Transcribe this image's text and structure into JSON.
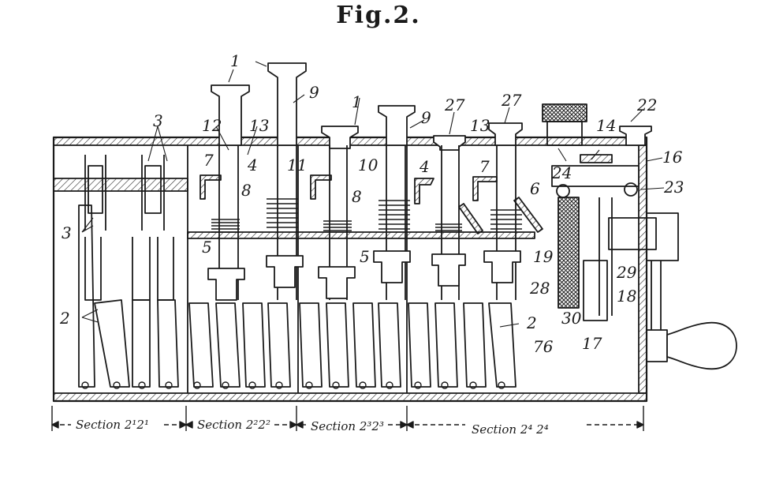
{
  "figure": {
    "title": "Fig.2."
  },
  "refs": {
    "r1": "1",
    "r2": "2",
    "r3": "3",
    "r4": "4",
    "r5": "5",
    "r6": "6",
    "r7": "7",
    "r8": "8",
    "r9": "9",
    "r10": "10",
    "r11": "11",
    "r12": "12",
    "r13": "13",
    "r14": "14",
    "r16": "16",
    "r17": "17",
    "r18": "18",
    "r19": "19",
    "r22": "22",
    "r23": "23",
    "r24": "24",
    "r27": "27",
    "r28": "28",
    "r29": "29",
    "r30": "30",
    "r76": "76"
  },
  "sections": {
    "s1": "Section 2¹2¹",
    "s2": "Section 2²2²",
    "s3": "Section 2³2³",
    "s4": "Section 2⁴ 2⁴"
  }
}
